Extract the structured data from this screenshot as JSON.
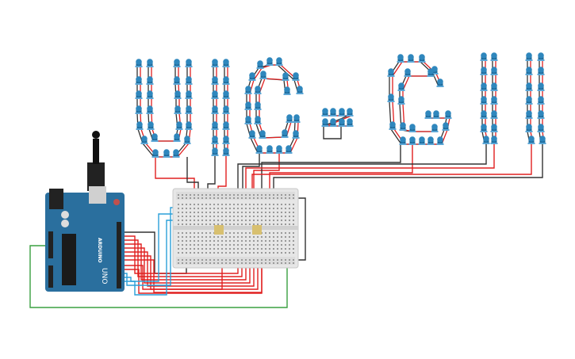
{
  "board": {
    "brand": "ARDUINO",
    "model": "UNO",
    "color": "#2a6f9e"
  },
  "letters": [
    "U",
    "I",
    "C",
    "-",
    "G",
    "1",
    "1"
  ],
  "colors": {
    "led": "#2f87bd",
    "wire_red": "#e02020",
    "wire_black": "#333333",
    "wire_blue": "#2a9fd8",
    "wire_green": "#3aa040",
    "breadboard": "#e6e6e6"
  }
}
